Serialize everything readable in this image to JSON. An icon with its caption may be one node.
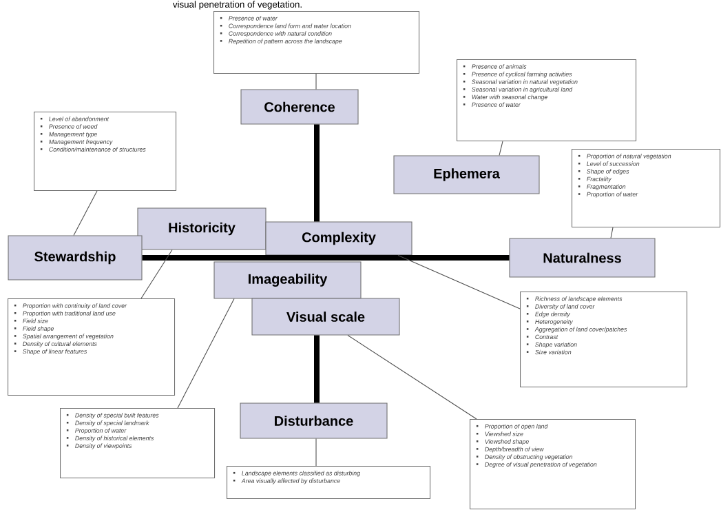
{
  "diagram": {
    "nodes": [
      {
        "text": [
          "Presence of water",
          "Correspondence land form and water location",
          "Correspondence with natural condition",
          "Repetition of pattern across the landscape"
        ]
      },
      {
        "text": [
          "Coherence"
        ]
      },
      {
        "text": [
          "Presence of animals",
          "Presence of cyclical farming activities",
          "Seasonal variation in natural vegetation",
          "Seasonal variation in agricultural land",
          "Water with seasonal change",
          "Presence of water"
        ]
      },
      {
        "text": [
          "Level of abandonment",
          "Presence of weed",
          "Management type",
          "Management frequency",
          "Condition/maintenance of structures"
        ]
      },
      {
        "text": [
          "Ephemera"
        ]
      },
      {
        "text": [
          "Proportion of natural vegetation",
          "Level of succession",
          "Shape of edges",
          "Fractality",
          "Fragmentation",
          "Proportion of water"
        ]
      },
      {
        "text": [
          "Historicity"
        ]
      },
      {
        "text": [
          "Stewardship"
        ]
      },
      {
        "text": [
          "Complexity"
        ]
      },
      {
        "text": [
          "Naturalness"
        ]
      },
      {
        "text": [
          "Imageability"
        ]
      },
      {
        "text": [
          "Proportion with continuity of land cover",
          "Proportion with traditional land use",
          "Field size",
          "Field shape",
          "Spatial arrangement of vegetation",
          "Density of cultural elements",
          "Shape of linear features"
        ]
      },
      {
        "text": [
          "Visual scale"
        ]
      },
      {
        "text": [
          "Richness of landscape elements",
          "Diversity of land cover",
          "Edge density",
          "Heterogeneity",
          "Aggregation of land cover/patches",
          "Contrast",
          "Shape variation",
          "Size variation"
        ]
      },
      {
        "text": [
          "Density of special built features",
          "Density of special landmark",
          "Proportion of water",
          "Density of historical elements",
          "Density of viewpoints"
        ]
      },
      {
        "text": [
          "Disturbance"
        ]
      },
      {
        "text": [
          "Proportion of open land",
          "Viewshed size",
          "Viewshed shape",
          "Depth/breadth of view",
          "Density of obstructing vegetation",
          "Degree of visual penetration of vegetation"
        ]
      },
      {
        "text": [
          "Landscape elements classified as disturbing",
          "Area visually affected by disturbance"
        ]
      }
    ],
    "edges": [
      {
        "from": 1,
        "to": 8,
        "arrow": "none",
        "style": "thick"
      },
      {
        "from": 7,
        "to": 9,
        "arrow": "none",
        "style": "thick"
      },
      {
        "from": 12,
        "to": 15,
        "arrow": "none",
        "style": "thick"
      },
      {
        "from": 0,
        "to": 1,
        "arrow": "none"
      },
      {
        "from": 2,
        "to": 4,
        "arrow": "none"
      },
      {
        "from": 3,
        "to": 7,
        "arrow": "none"
      },
      {
        "from": 5,
        "to": 9,
        "arrow": "none"
      },
      {
        "from": 6,
        "to": 11,
        "arrow": "none"
      },
      {
        "from": 10,
        "to": 14,
        "arrow": "none"
      },
      {
        "from": 8,
        "to": 13,
        "arrow": "none"
      },
      {
        "from": 12,
        "to": 16,
        "arrow": "none"
      },
      {
        "from": 15,
        "to": 17,
        "arrow": "none"
      }
    ],
    "labels": [
      "visual penetration of vegetation."
    ]
  }
}
